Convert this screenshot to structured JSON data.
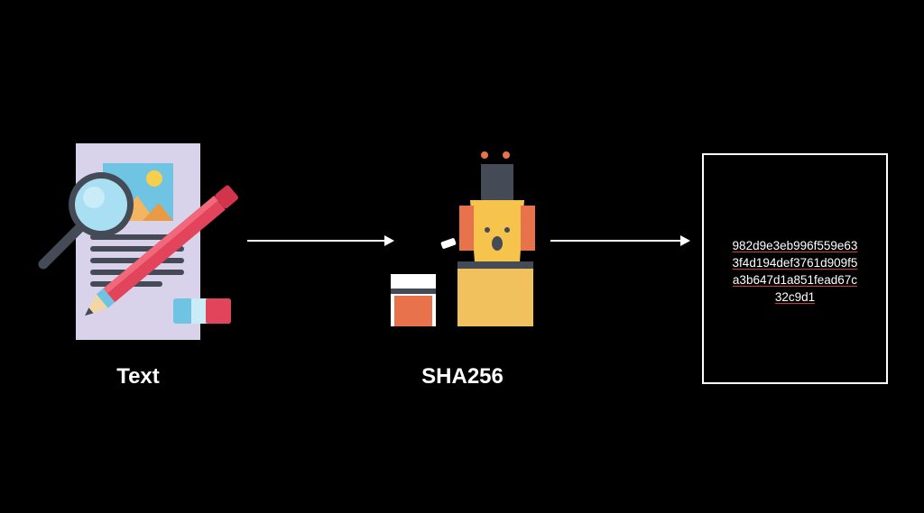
{
  "diagram": {
    "input_label": "Text",
    "process_label": "SHA256",
    "output_hash_lines": [
      "982d9e3eb996f559e63",
      "3f4d194def3761d909f5",
      "a3b647d1a851fead67c",
      "32c9d1"
    ]
  },
  "icons": {
    "input": "document-search-edit-icon",
    "process": "blender-juicer-icon"
  },
  "colors": {
    "background": "#000000",
    "foreground": "#ffffff",
    "underline": "#d23a3a"
  }
}
